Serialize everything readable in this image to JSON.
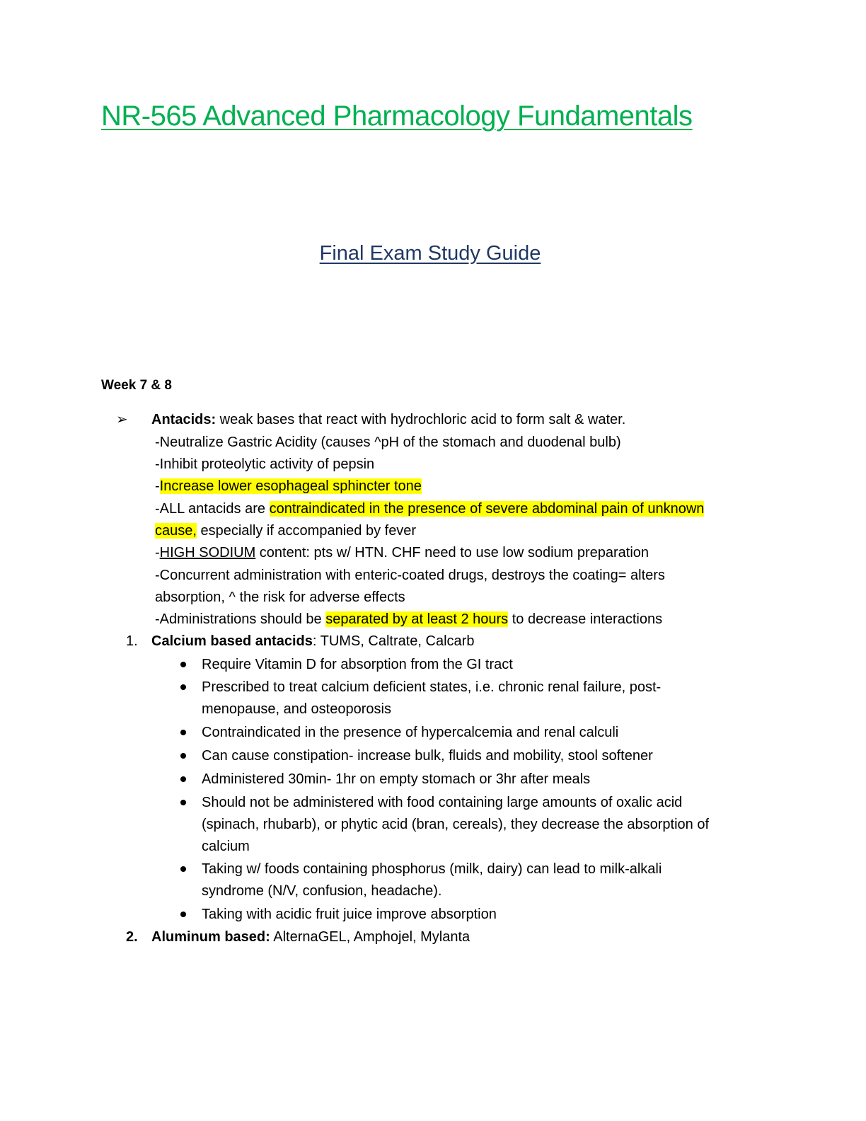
{
  "title": "NR-565 Advanced Pharmacology Fundamentals",
  "subtitle": "Final Exam Study Guide",
  "week": "Week 7 & 8",
  "antacids": {
    "heading": "Antacids:",
    "intro": " weak bases that react with hydrochloric acid to form salt & water.",
    "lines": {
      "l1": "-Neutralize Gastric Acidity (causes ^pH of the stomach and duodenal bulb)",
      "l2": "-Inhibit proteolytic activity of pepsin",
      "l3_dash": "-",
      "l3_hl": "Increase lower esophageal sphincter tone",
      "l4_a": "-ALL antacids are ",
      "l4_hl": "contraindicated in the presence of severe abdominal pain of unknown",
      "l5_hl": "cause,",
      "l5_b": " especially if accompanied by fever",
      "l6_dash": "-",
      "l6_u": "HIGH SODIUM",
      "l6_rest": " content: pts w/ HTN. CHF need to use low sodium preparation",
      "l7": "-Concurrent administration with enteric-coated drugs, destroys the coating= alters",
      "l8": "absorption, ^ the risk for adverse effects",
      "l9_a": "-Administrations should be ",
      "l9_hl": "separated by at least 2 hours",
      "l9_b": " to decrease interactions"
    }
  },
  "calcium": {
    "number": "1.",
    "heading": "Calcium based antacids",
    "rest": ": TUMS, Caltrate, Calcarb",
    "bullets": {
      "b1": "Require Vitamin D for absorption from the GI tract",
      "b2a": "Prescribed to treat calcium deficient states, i.e. chronic renal failure, post-",
      "b2b": "menopause, and osteoporosis",
      "b3": "Contraindicated in the presence of hypercalcemia and renal calculi",
      "b4": "Can cause constipation- increase bulk, fluids and mobility, stool softener",
      "b5": "Administered 30min- 1hr on empty stomach or 3hr after meals",
      "b6a": "Should not be administered with food containing large amounts of oxalic acid",
      "b6b": "(spinach, rhubarb), or phytic acid (bran, cereals), they decrease the absorption of",
      "b6c": "calcium",
      "b7a": "Taking w/ foods containing phosphorus (milk, dairy) can lead to milk-alkali",
      "b7b": "syndrome (N/V, confusion, headache).",
      "b8": "Taking with acidic fruit juice improve absorption"
    }
  },
  "aluminum": {
    "number": "2.",
    "heading": "Aluminum based:",
    "rest": " AlternaGEL, Amphojel, Mylanta"
  }
}
